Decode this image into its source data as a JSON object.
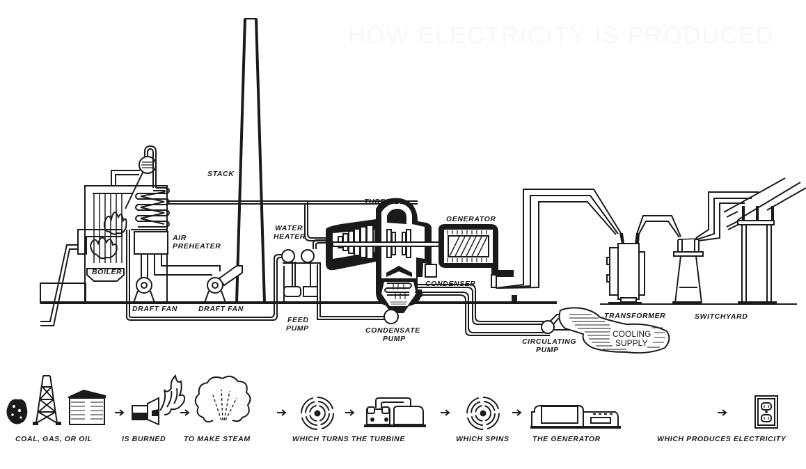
{
  "title": "HOW ELECTRICITY IS PRODUCED",
  "colors": {
    "ink": "#1a1a1a",
    "paper": "#ffffff",
    "title_ghost": "#f7f7f7"
  },
  "plant_labels": {
    "stack": "STACK",
    "boiler": "BOILER",
    "air_preheater_1": "AIR",
    "air_preheater_2": "PREHEATER",
    "draft_fan_1": "DRAFT FAN",
    "draft_fan_2": "DRAFT FAN",
    "water_heater_1": "WATER",
    "water_heater_2": "HEATER",
    "feed_pump_1": "FEED",
    "feed_pump_2": "PUMP",
    "turbines": "TURBINES",
    "generator": "GENERATOR",
    "condenser": "CONDENSER",
    "condensate_pump_1": "CONDENSATE",
    "condensate_pump_2": "PUMP",
    "circulating_pump_1": "CIRCULATING",
    "circulating_pump_2": "PUMP",
    "cooling_supply_1": "COOLING",
    "cooling_supply_2": "SUPPLY",
    "transformer": "TRANSFORMER",
    "switchyard": "SWITCHYARD"
  },
  "process_steps": [
    {
      "icon": "fuel-sources-icon",
      "caption": "COAL, GAS, OR OIL"
    },
    {
      "icon": "burner-flame-icon",
      "caption": "IS BURNED"
    },
    {
      "icon": "steam-cloud-icon",
      "caption": "TO MAKE STEAM"
    },
    {
      "icon": "spin-rings-icon",
      "caption": "WHICH TURNS THE TURBINE"
    },
    {
      "icon": "spin-rings-icon",
      "caption": "WHICH SPINS"
    },
    {
      "icon": "generator-unit-icon",
      "caption": "THE GENERATOR"
    },
    {
      "icon": "power-outlet-icon",
      "caption": "WHICH PRODUCES ELECTRICITY"
    }
  ]
}
